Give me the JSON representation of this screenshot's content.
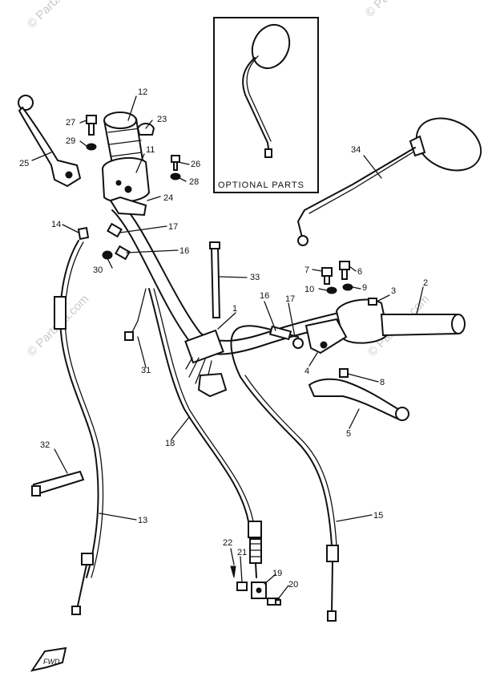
{
  "optional_box_label": "OPTIONAL PARTS",
  "front_arrow_label": "FWD",
  "watermark": "© Partzilla.com",
  "part_numbers": {
    "p1": "1",
    "p2": "2",
    "p3": "3",
    "p4": "4",
    "p5": "5",
    "p6": "6",
    "p7": "7",
    "p8": "8",
    "p9": "9",
    "p10": "10",
    "p11": "11",
    "p12": "12",
    "p13": "13",
    "p14": "14",
    "p15": "15",
    "p16a": "16",
    "p16b": "16",
    "p17a": "17",
    "p17b": "17",
    "p18": "18",
    "p19": "19",
    "p20": "20",
    "p21": "21",
    "p22": "22",
    "p23": "23",
    "p24": "24",
    "p25": "25",
    "p26": "26",
    "p27": "27",
    "p28": "28",
    "p29": "29",
    "p30": "30",
    "p31": "31",
    "p32": "32",
    "p33": "33",
    "p34": "34"
  }
}
